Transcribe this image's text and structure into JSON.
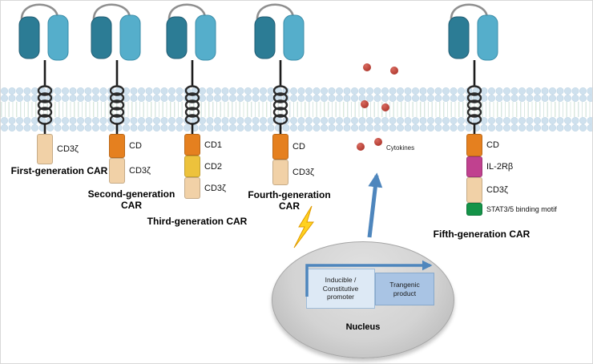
{
  "cars": [
    {
      "name": "First-generation CAR",
      "domains": [
        {
          "label": "CD3ζ",
          "color": "#f1d1a7"
        }
      ]
    },
    {
      "name": "Second-generation CAR",
      "domains": [
        {
          "label": "CD",
          "color": "#e5801f"
        },
        {
          "label": "CD3ζ",
          "color": "#f1d1a7"
        }
      ]
    },
    {
      "name": "Third-generation CAR",
      "domains": [
        {
          "label": "CD1",
          "color": "#e5801f"
        },
        {
          "label": "CD2",
          "color": "#edc23c"
        },
        {
          "label": "CD3ζ",
          "color": "#f1d1a7"
        }
      ]
    },
    {
      "name": "Fourth-generation CAR",
      "domains": [
        {
          "label": "CD",
          "color": "#e5801f"
        },
        {
          "label": "CD3ζ",
          "color": "#f1d1a7"
        }
      ]
    },
    {
      "name": "Fifth-generation CAR",
      "domains": [
        {
          "label": "CD",
          "color": "#e5801f"
        },
        {
          "label": "IL-2Rβ",
          "color": "#c0418f"
        },
        {
          "label": "CD3ζ",
          "color": "#f1d1a7"
        },
        {
          "label": "STAT3/5 binding motif",
          "color": "#149348"
        }
      ]
    }
  ],
  "cytokines": {
    "label": "Cytokines",
    "dot_color": "#c44b42",
    "dot_count": 6
  },
  "nucleus": {
    "label": "Nucleus",
    "promoter_box": "Inducible / Constitutive promoter",
    "product_box": "Trangenic product"
  },
  "colors": {
    "receptor_dark": "#2c7c95",
    "receptor_light": "#55aecb",
    "membrane": "#cfe1ee",
    "arrow_blue": "#4e86bd",
    "bolt_yellow": "#ffd21f",
    "nucleus_gray": "#d3d3d3"
  }
}
